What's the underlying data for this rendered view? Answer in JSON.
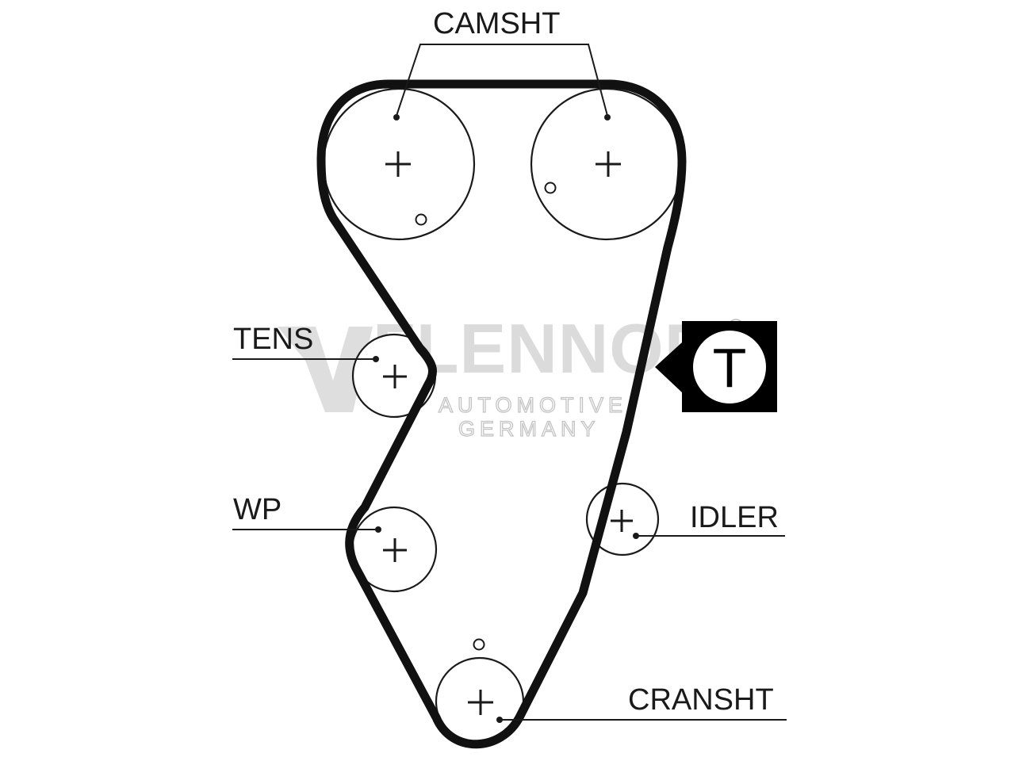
{
  "labels": {
    "camshaft": "CAMSHT",
    "tensioner": "TENS",
    "water_pump": "WP",
    "idler": "IDLER",
    "crankshaft": "CRANSHT"
  },
  "tensioner_badge": "T",
  "watermark": {
    "brand": "FLENNOR",
    "line1": "AUTOMOTIVE",
    "line2": "GERMANY",
    "registered": "R"
  },
  "colors": {
    "belt": "#111111",
    "line": "#1a1a1a",
    "watermark": "#bdbdbd"
  }
}
